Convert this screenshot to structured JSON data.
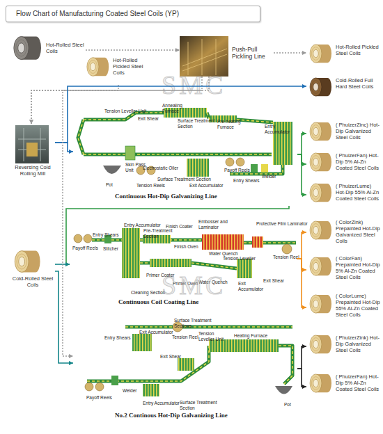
{
  "diagram": {
    "title": "Flow Chart of Manufacturing Coated Steel Coils (YP)",
    "nodes": [
      {
        "text": [
          "Hot-Rolled Steel Coils"
        ]
      },
      {
        "text": [
          "Hot-Rolled Pickled Steel Coils"
        ]
      },
      {
        "text": [
          "Push-Pull Pickling Line"
        ]
      },
      {
        "text": [
          "Hot-Rolled Pickled Steel Coils"
        ]
      },
      {
        "text": [
          "Reversing Cold Rolling Mill"
        ]
      },
      {
        "text": [
          "Cold-Rolled Full Hard Steel Coils"
        ]
      },
      {
        "text": [
          "Continuous Hot-Dip Galvanizing Line"
        ]
      },
      {
        "text": [
          "( PhuizerZinc) Hot-Dip Galvanized Steel Coils"
        ]
      },
      {
        "text": [
          "( PhuizerFan) Hot-Dip 5% Al-Zn Coated Steel Coils"
        ]
      },
      {
        "text": [
          "( PhuizerLume) Hot-Dip 55% Al-Zn Coated Steel Coils"
        ]
      },
      {
        "text": [
          "Cold-Rolled Steel Coils"
        ]
      },
      {
        "text": [
          "Continuous Coil Coating Line"
        ]
      },
      {
        "text": [
          "( ColorZink) Prepainted Hot-Dip Galvanized Steel Coils"
        ]
      },
      {
        "text": [
          "( ColorFan) Prepainted Hot-Dip 5% Al-Zn Coated Steel Coils"
        ]
      },
      {
        "text": [
          "( ColorLume) Prepainted Hot-Dip 55% Al-Zn Coated Steel Coils"
        ]
      },
      {
        "text": [
          "No.2 Continous Hot-Dip Galvanizing Line"
        ]
      },
      {
        "text": [
          "( PhuizerZink) Hot-Dip Galvanized Steel Coils"
        ]
      },
      {
        "text": [
          "( PhuizerFan) Hot-Dip 5% Al-Zn Coated Steel Coils"
        ]
      }
    ],
    "edges": [
      {
        "from": 0,
        "to": 2,
        "arrow": "to"
      },
      {
        "from": 2,
        "to": 3,
        "arrow": "to"
      },
      {
        "from": 2,
        "to": 4,
        "arrow": "to"
      },
      {
        "from": 1,
        "to": 4,
        "arrow": "to"
      },
      {
        "from": 4,
        "to": 5,
        "arrow": "to"
      },
      {
        "from": 4,
        "to": 6,
        "arrow": "to"
      },
      {
        "from": 6,
        "to": 7,
        "arrow": "to"
      },
      {
        "from": 6,
        "to": 8,
        "arrow": "to"
      },
      {
        "from": 6,
        "to": 9,
        "arrow": "to"
      },
      {
        "from": 6,
        "to": 11,
        "arrow": "to"
      },
      {
        "from": 10,
        "to": 11,
        "arrow": "to"
      },
      {
        "from": 10,
        "to": 15,
        "arrow": "to"
      },
      {
        "from": 2,
        "to": 15,
        "arrow": "to"
      },
      {
        "from": 11,
        "to": 12,
        "arrow": "to"
      },
      {
        "from": 11,
        "to": 13,
        "arrow": "to"
      },
      {
        "from": 11,
        "to": 14,
        "arrow": "to"
      },
      {
        "from": 15,
        "to": 16,
        "arrow": "to"
      },
      {
        "from": 15,
        "to": 17,
        "arrow": "to"
      }
    ],
    "labels": [
      "Tension Leveller Unit",
      "Exit Shear",
      "Annealing Furnace",
      "Surface Treatment Section",
      "Pre-heating Furnace",
      "Entry Accumulator",
      "Skin Pass Unit",
      "Electrostatic Oiler",
      "Surface Treatment Section",
      "Tension Reels",
      "Pot",
      "Payoff Reels",
      "Exit Accumulator",
      "Entry Shears",
      "Welder",
      "Entry Accumulator",
      "Finish Coater",
      "Embosser and Laminator",
      "Protective Film Laminator",
      "Entry Shears",
      "Pre-Treatment Section",
      "Finish Oven",
      "Water Quench",
      "Tension Leveller",
      "Tension Reel",
      "Payoff Reels",
      "Stitcher",
      "Exit Shear",
      "Exit Accumulator",
      "Water Quench",
      "Primer Coater",
      "Primer Oven",
      "Cleaning Section",
      "Surface Treatment Sections",
      "Exit Accumulator",
      "Tension Reel",
      "Tension Leveller Unit",
      "Heating Furnace",
      "Entry Shears",
      "Exit Shear",
      "Payoff Reels",
      "Welder",
      "Entry Accumulator",
      "Surface Treatment Section",
      "Pot",
      "SMC",
      "SMC"
    ]
  }
}
